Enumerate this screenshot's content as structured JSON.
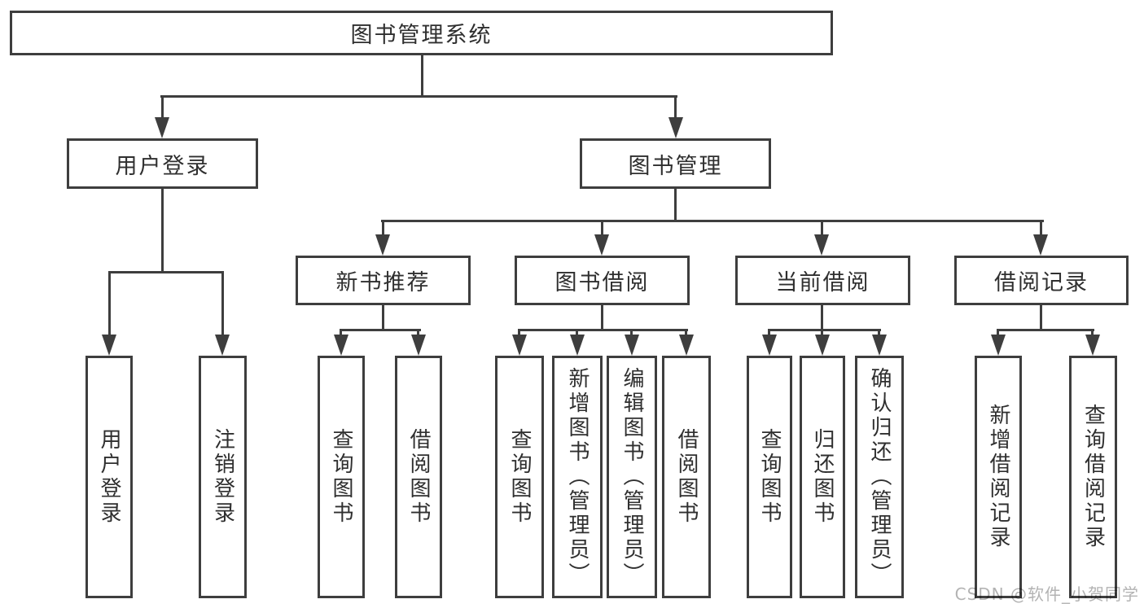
{
  "tree": {
    "root": {
      "label": "图书管理系统"
    },
    "branches": [
      {
        "label": "用户登录",
        "leaves": [
          {
            "label": "用户登录"
          },
          {
            "label": "注销登录"
          }
        ]
      },
      {
        "label": "图书管理",
        "sections": [
          {
            "label": "新书推荐",
            "leaves": [
              {
                "label": "查询图书"
              },
              {
                "label": "借阅图书"
              }
            ]
          },
          {
            "label": "图书借阅",
            "leaves": [
              {
                "label": "查询图书"
              },
              {
                "label": "新增图书（管理员）"
              },
              {
                "label": "编辑图书（管理员）"
              },
              {
                "label": "借阅图书"
              }
            ]
          },
          {
            "label": "当前借阅",
            "leaves": [
              {
                "label": "查询图书"
              },
              {
                "label": "归还图书"
              },
              {
                "label": "确认归还（管理员）"
              }
            ]
          },
          {
            "label": "借阅记录",
            "leaves": [
              {
                "label": "新增借阅记录"
              },
              {
                "label": "查询借阅记录"
              }
            ]
          }
        ]
      }
    ]
  },
  "watermark": {
    "text": "CSDN @软件_小贺同学"
  },
  "colors": {
    "line": "#3e3e3e",
    "text": "#2f2f2f",
    "watermark": "#b3b3b3",
    "background": "#ffffff"
  }
}
